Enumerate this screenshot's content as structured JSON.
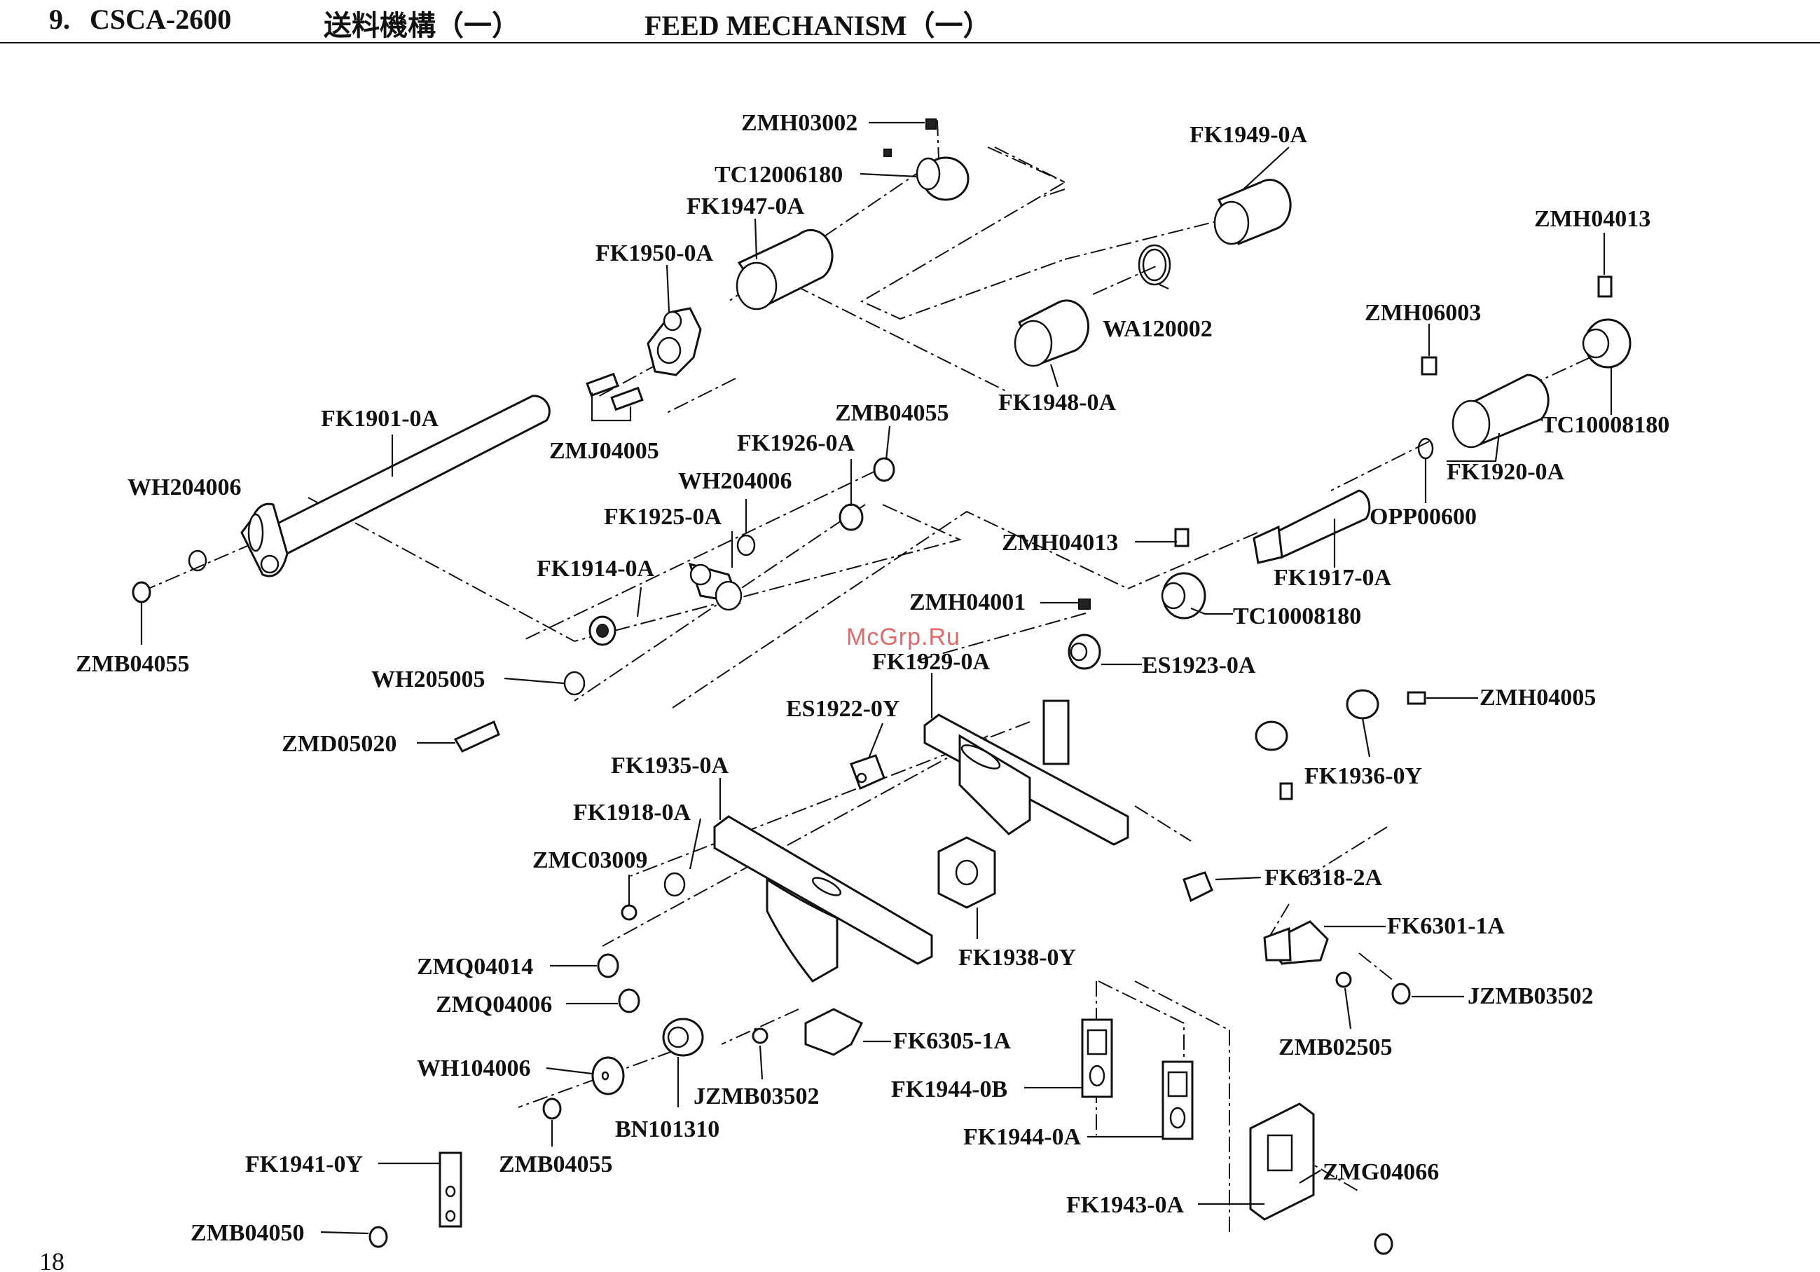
{
  "header": {
    "section": "9.",
    "model": "CSCA-2600",
    "title_cn": "送料機構（一）",
    "title_en": "FEED MECHANISM（一）"
  },
  "page_number": "18",
  "watermark": "McGrp.Ru",
  "parts": {
    "ZMH03002": "ZMH03002",
    "TC12006180": "TC12006180",
    "FK1947_0A": "FK1947-0A",
    "FK1949_0A": "FK1949-0A",
    "FK1950_0A": "FK1950-0A",
    "ZMH04013_a": "ZMH04013",
    "ZMH06003": "ZMH06003",
    "WA120002": "WA120002",
    "FK1948_0A": "FK1948-0A",
    "TC10008180_a": "TC10008180",
    "FK1901_0A": "FK1901-0A",
    "ZMJ04005": "ZMJ04005",
    "ZMB04055_a": "ZMB04055",
    "FK1926_0A": "FK1926-0A",
    "FK1920_0A": "FK1920-0A",
    "WH204006_a": "WH204006",
    "WH204006_b": "WH204006",
    "OPP00600": "OPP00600",
    "FK1925_0A": "FK1925-0A",
    "ZMH04013_b": "ZMH04013",
    "FK1917_0A": "FK1917-0A",
    "FK1914_0A": "FK1914-0A",
    "ZMH04001": "ZMH04001",
    "TC10008180_b": "TC10008180",
    "ZMB04055_b": "ZMB04055",
    "FK1929_0A": "FK1929-0A",
    "ES1923_0A": "ES1923-0A",
    "WH205005": "WH205005",
    "ZMH04005": "ZMH04005",
    "ES1922_0Y": "ES1922-0Y",
    "ZMD05020": "ZMD05020",
    "FK1935_0A": "FK1935-0A",
    "FK1936_0Y": "FK1936-0Y",
    "FK1918_0A": "FK1918-0A",
    "ZMC03009": "ZMC03009",
    "FK6318_2A": "FK6318-2A",
    "FK6301_1A": "FK6301-1A",
    "ZMQ04014": "ZMQ04014",
    "FK1938_0Y": "FK1938-0Y",
    "JZMB03502_a": "JZMB03502",
    "ZMQ04006": "ZMQ04006",
    "ZMB02505": "ZMB02505",
    "FK6305_1A": "FK6305-1A",
    "WH104006": "WH104006",
    "FK1944_0B": "FK1944-0B",
    "JZMB03502_b": "JZMB03502",
    "BN101310": "BN101310",
    "FK1944_0A": "FK1944-0A",
    "FK1941_0Y": "FK1941-0Y",
    "ZMB04055_c": "ZMB04055",
    "ZMG04066": "ZMG04066",
    "FK1943_0A": "FK1943-0A",
    "ZMB04050": "ZMB04050"
  }
}
